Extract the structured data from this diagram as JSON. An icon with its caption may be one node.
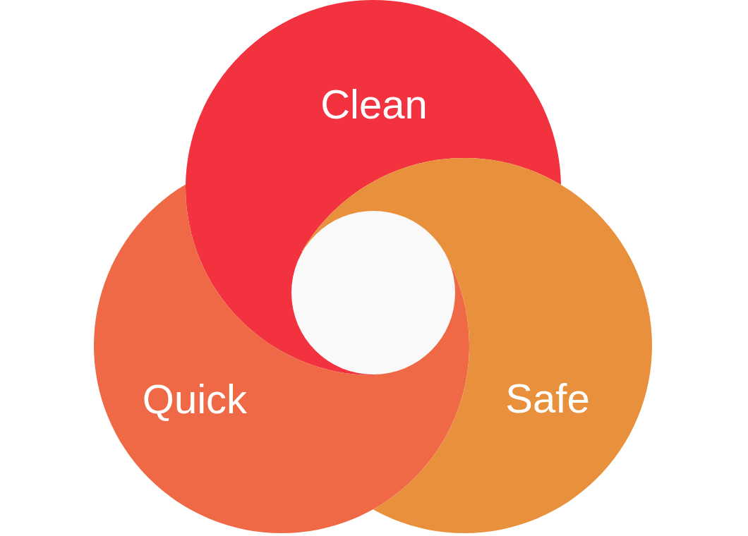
{
  "diagram": {
    "nodes": [
      {
        "text": [
          "Clean"
        ]
      },
      {
        "text": [
          "Quick"
        ]
      },
      {
        "text": [
          "Safe"
        ]
      },
      {
        "text": [],
        "shape": "circle"
      }
    ]
  }
}
